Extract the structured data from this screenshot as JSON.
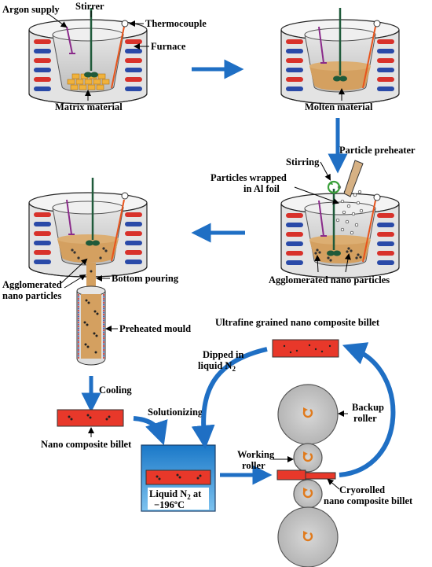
{
  "labels": {
    "argon_supply": "Argon supply",
    "stirrer": "Stirrer",
    "thermocouple": "Thermocouple",
    "furnace": "Furnace",
    "matrix_material": "Matrix material",
    "molten_material": "Molten material",
    "stirring": "Stirring",
    "particle_preheater": "Particle preheater",
    "particles_wrapped_line1": "Particles wrapped",
    "particles_wrapped_line2": "in Al foil",
    "agglomerated_nano_particles": "Agglomerated nano particles",
    "agglomerated_line1": "Agglomerated",
    "agglomerated_line2": "nano particles",
    "bottom_pouring": "Bottom pouring",
    "preheated_mould": "Preheated mould",
    "cooling": "Cooling",
    "nano_composite_billet": "Nano composite billet",
    "solutionizing": "Solutionizing",
    "dipped_line1": "Dipped in",
    "dipped_line2": "liquid N",
    "dipped_sub": "2",
    "ultrafine_billet": "Ultrafine grained nano composite billet",
    "liquid_n2_line1": "Liquid N",
    "liquid_n2_sub": "2",
    "liquid_n2_at": " at",
    "liquid_n2_line2": "−196ºC",
    "backup_line1": "Backup",
    "backup_line2": "roller",
    "working_line1": "Working",
    "working_line2": "roller",
    "cryorolled_line1": "Cryorolled",
    "cryorolled_line2": "nano composite billet"
  },
  "colors": {
    "flow_arrow": "#1f6fc4",
    "heater_red": "#d8322b",
    "heater_blue": "#2a4aa8",
    "melt": "#d4a060",
    "billet": "#e8382a",
    "nitrogen_bath": "#2e8fd8",
    "roller": "#c9c9c9",
    "rotation_icon": "#e07a1c"
  }
}
